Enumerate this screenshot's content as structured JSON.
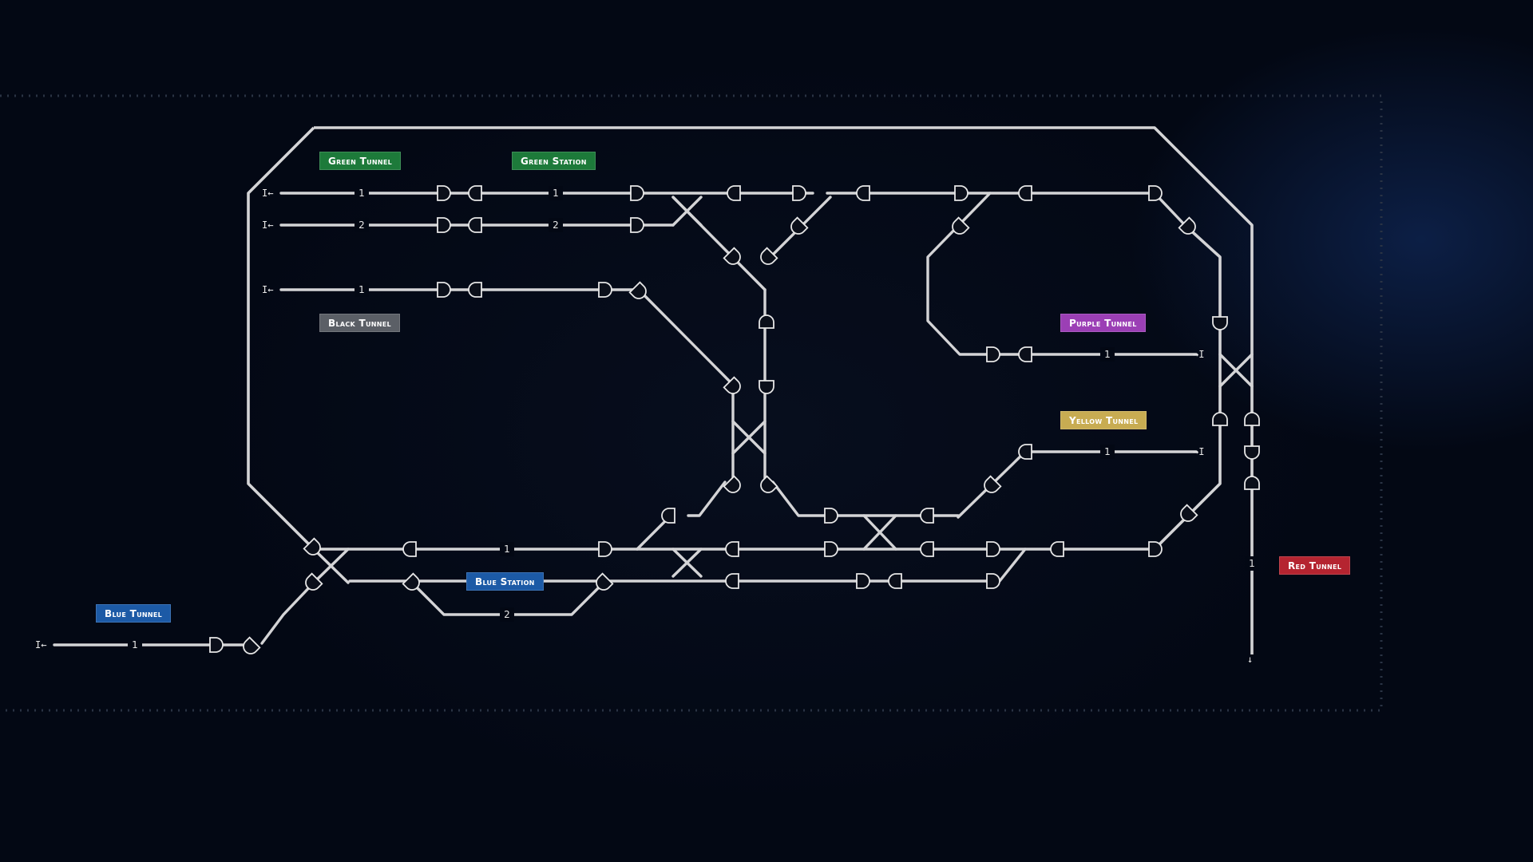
{
  "colors": {
    "green": "#1d7a3a",
    "gray": "#5b5f66",
    "blue": "#1c5aa6",
    "purple": "#9b3fb5",
    "yellow": "#c8ac52",
    "red": "#b52430",
    "track": "#d4d4d6",
    "signal_glow": "#c0392b"
  },
  "labels": {
    "green_tunnel": "Green Tunnel",
    "green_station": "Green Station",
    "black_tunnel": "Black Tunnel",
    "purple_tunnel": "Purple Tunnel",
    "yellow_tunnel": "Yellow Tunnel",
    "blue_station": "Blue Station",
    "blue_tunnel": "Blue Tunnel",
    "red_tunnel": "Red Tunnel"
  },
  "track_numbers": {
    "green_tunnel_1": "1",
    "green_tunnel_2": "2",
    "green_station_1": "1",
    "green_station_2": "2",
    "black_tunnel_1": "1",
    "purple_tunnel_1": "1",
    "yellow_tunnel_1": "1",
    "blue_station_1": "1",
    "blue_station_2": "2",
    "blue_tunnel_1": "1",
    "red_tunnel_1": "1"
  },
  "end_markers": {
    "entry_left": "I←",
    "exit_right": "→I",
    "exit_down": "↓"
  },
  "icons": {
    "signal": "signal-icon",
    "buffer": "track-end-icon"
  }
}
